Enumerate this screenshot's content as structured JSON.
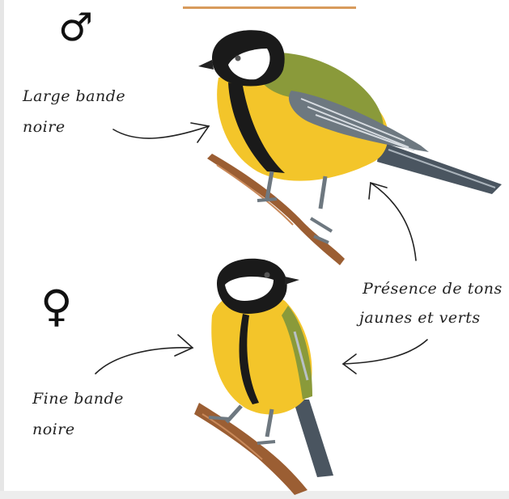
{
  "symbols": {
    "male": "♂",
    "female": "♀"
  },
  "labels": {
    "male_band_line1": "Large bande",
    "male_band_line2": "noire",
    "colors_line1": "Présence de tons",
    "colors_line2": "jaunes et verts",
    "female_band_line1": "Fine bande",
    "female_band_line2": "noire"
  },
  "colors": {
    "accent_line": "#d89b5c",
    "yellow": "#f3c52a",
    "black": "#1a1a1a",
    "olive": "#8a9a3a",
    "branch": "#9b5e33"
  }
}
